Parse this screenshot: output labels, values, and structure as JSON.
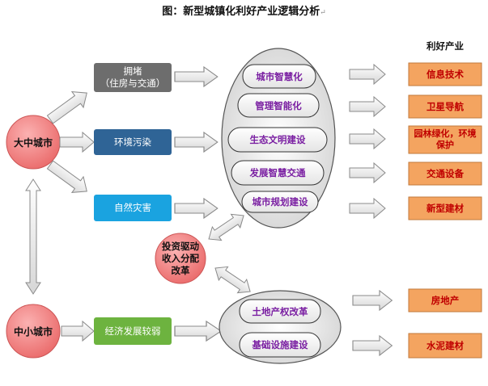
{
  "title": "图：新型城镇化利好产业逻辑分析",
  "title_mark": "↵",
  "header_right": "利好产业",
  "cities": {
    "large": "大中城市",
    "small": "中小城市"
  },
  "problems": [
    {
      "label": "拥堵\n（住房与交通）",
      "color": "#6d6d6d"
    },
    {
      "label": "环境污染",
      "color": "#2f6496"
    },
    {
      "label": "自然灾害",
      "color": "#1aa3e0"
    }
  ],
  "weak": {
    "label": "经济发展较弱",
    "color": "#6db33f"
  },
  "smart_items": [
    "城市智慧化",
    "管理智能化",
    "生态文明建设",
    "发展智慧交通",
    "城市规划建设"
  ],
  "reform_items": [
    "土地产权改革",
    "基础设施建设"
  ],
  "driver": "投资驱动\n收入分配\n改革",
  "industries_top": [
    "信息技术",
    "卫星导航",
    "园林绿化，环境\n保护",
    "交通设备",
    "新型建材"
  ],
  "industries_bottom": [
    "房地产",
    "水泥建材"
  ],
  "colors": {
    "city_circle": "#f07c7c",
    "industry_box": "#f4a460",
    "pill_border": "#333333"
  }
}
